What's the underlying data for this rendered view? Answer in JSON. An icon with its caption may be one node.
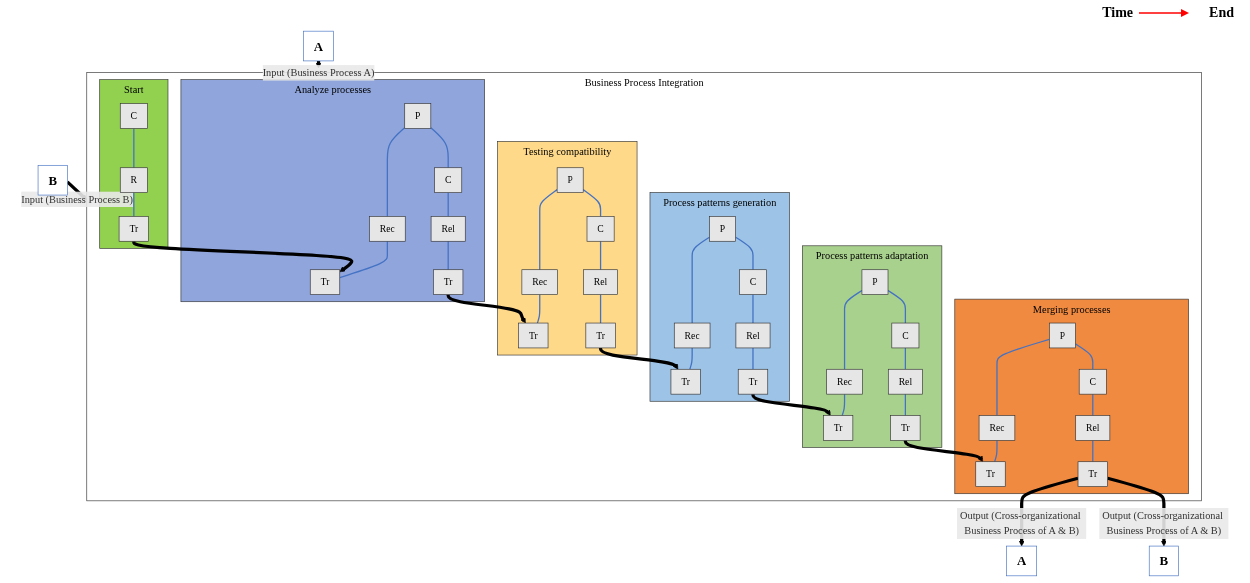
{
  "diagram": {
    "nodes": [
      {
        "text": [
          "A"
        ]
      },
      {
        "text": [
          "B"
        ]
      },
      {
        "text": [
          "Business Process Integration"
        ]
      },
      {
        "text": [
          "Analyze processes"
        ],
        "in": 2
      },
      {
        "text": [
          "P"
        ],
        "in": 3
      },
      {
        "text": [
          "C"
        ],
        "in": 3
      },
      {
        "text": [
          "Rel"
        ],
        "in": 3
      },
      {
        "text": [
          "Tr"
        ],
        "in": 3
      },
      {
        "text": [
          "Rec"
        ],
        "in": 3
      },
      {
        "text": [
          "Tr"
        ],
        "in": 3
      },
      {
        "text": [
          "Testing compatibility"
        ],
        "in": 2
      },
      {
        "text": [
          "P"
        ],
        "in": 10
      },
      {
        "text": [
          "C"
        ],
        "in": 10
      },
      {
        "text": [
          "Rel"
        ],
        "in": 10
      },
      {
        "text": [
          "Tr"
        ],
        "in": 10
      },
      {
        "text": [
          "Rec"
        ],
        "in": 10
      },
      {
        "text": [
          "Tr"
        ],
        "in": 10
      },
      {
        "text": [
          "Process patterns generation"
        ],
        "in": 2
      },
      {
        "text": [
          "P"
        ],
        "in": 17
      },
      {
        "text": [
          "C"
        ],
        "in": 17
      },
      {
        "text": [
          "Rel"
        ],
        "in": 17
      },
      {
        "text": [
          "Tr"
        ],
        "in": 17
      },
      {
        "text": [
          "Rec"
        ],
        "in": 17
      },
      {
        "text": [
          "Tr"
        ],
        "in": 17
      },
      {
        "text": [
          "Process patterns adaptation"
        ],
        "in": 2
      },
      {
        "text": [
          "P"
        ],
        "in": 24
      },
      {
        "text": [
          "C"
        ],
        "in": 24
      },
      {
        "text": [
          "Rel"
        ],
        "in": 24
      },
      {
        "text": [
          "Tr"
        ],
        "in": 24
      },
      {
        "text": [
          "Rec"
        ],
        "in": 24
      },
      {
        "text": [
          "Tr"
        ],
        "in": 24
      },
      {
        "text": [
          "Start"
        ],
        "in": 2
      },
      {
        "text": [
          "C"
        ],
        "in": 31
      },
      {
        "text": [
          "R"
        ],
        "in": 31
      },
      {
        "text": [
          "Tr"
        ],
        "in": 31
      },
      {
        "text": [
          "Merging processes"
        ],
        "in": 2
      },
      {
        "text": [
          "P"
        ],
        "in": 35
      },
      {
        "text": [
          "C"
        ],
        "in": 35
      },
      {
        "text": [
          "Rel"
        ],
        "in": 35
      },
      {
        "text": [
          "Tr"
        ],
        "in": 35
      },
      {
        "text": [
          "Rec"
        ],
        "in": 35
      },
      {
        "text": [
          "Tr"
        ],
        "in": 35
      },
      {
        "text": [
          "A"
        ]
      },
      {
        "text": [
          "B"
        ]
      }
    ],
    "edges": [
      {
        "from": 0,
        "to": 2,
        "arrow": "to",
        "label": "Input (Business Process A)",
        "style": "thick",
        "color": "#000000"
      },
      {
        "from": 1,
        "to": 2,
        "arrow": "to",
        "label": "Input (Business Process B)",
        "style": "thick",
        "color": "#000000"
      },
      {
        "from": 4,
        "to": 5,
        "arrow": "none",
        "color": "#4472c4"
      },
      {
        "from": 5,
        "to": 6,
        "arrow": "none",
        "color": "#4472c4"
      },
      {
        "from": 6,
        "to": 7,
        "arrow": "none",
        "color": "#4472c4"
      },
      {
        "from": 4,
        "to": 8,
        "arrow": "none",
        "color": "#4472c4"
      },
      {
        "from": 8,
        "to": 9,
        "arrow": "none",
        "color": "#4472c4"
      },
      {
        "from": 11,
        "to": 12,
        "arrow": "none",
        "color": "#4472c4"
      },
      {
        "from": 12,
        "to": 13,
        "arrow": "none",
        "color": "#4472c4"
      },
      {
        "from": 13,
        "to": 14,
        "arrow": "none",
        "color": "#4472c4"
      },
      {
        "from": 11,
        "to": 15,
        "arrow": "none",
        "color": "#4472c4"
      },
      {
        "from": 15,
        "to": 16,
        "arrow": "none",
        "color": "#4472c4"
      },
      {
        "from": 18,
        "to": 19,
        "arrow": "none",
        "color": "#4472c4"
      },
      {
        "from": 19,
        "to": 20,
        "arrow": "none",
        "color": "#4472c4"
      },
      {
        "from": 20,
        "to": 21,
        "arrow": "none",
        "color": "#4472c4"
      },
      {
        "from": 18,
        "to": 22,
        "arrow": "none",
        "color": "#4472c4"
      },
      {
        "from": 22,
        "to": 23,
        "arrow": "none",
        "color": "#4472c4"
      },
      {
        "from": 25,
        "to": 26,
        "arrow": "none",
        "color": "#4472c4"
      },
      {
        "from": 26,
        "to": 27,
        "arrow": "none",
        "color": "#4472c4"
      },
      {
        "from": 27,
        "to": 28,
        "arrow": "none",
        "color": "#4472c4"
      },
      {
        "from": 25,
        "to": 29,
        "arrow": "none",
        "color": "#4472c4"
      },
      {
        "from": 29,
        "to": 30,
        "arrow": "none",
        "color": "#4472c4"
      },
      {
        "from": 32,
        "to": 33,
        "arrow": "none",
        "color": "#4472c4"
      },
      {
        "from": 33,
        "to": 34,
        "arrow": "none",
        "color": "#4472c4"
      },
      {
        "from": 36,
        "to": 37,
        "arrow": "none",
        "color": "#4472c4"
      },
      {
        "from": 37,
        "to": 38,
        "arrow": "none",
        "color": "#4472c4"
      },
      {
        "from": 38,
        "to": 39,
        "arrow": "none",
        "color": "#4472c4"
      },
      {
        "from": 36,
        "to": 40,
        "arrow": "none",
        "color": "#4472c4"
      },
      {
        "from": 40,
        "to": 41,
        "arrow": "none",
        "color": "#4472c4"
      },
      {
        "from": 34,
        "to": 9,
        "arrow": "to",
        "style": "thick",
        "color": "#000000"
      },
      {
        "from": 7,
        "to": 16,
        "arrow": "to",
        "style": "thick",
        "color": "#000000"
      },
      {
        "from": 14,
        "to": 23,
        "arrow": "to",
        "style": "thick",
        "color": "#000000"
      },
      {
        "from": 21,
        "to": 30,
        "arrow": "to",
        "style": "thick",
        "color": "#000000"
      },
      {
        "from": 28,
        "to": 41,
        "arrow": "to",
        "style": "thick",
        "color": "#000000"
      },
      {
        "from": 39,
        "to": 42,
        "arrow": "to",
        "label": "Output (Cross-organizational Business Process of A & B)",
        "style": "thick",
        "color": "#000000"
      },
      {
        "from": 39,
        "to": 43,
        "arrow": "to",
        "label": "Output (Cross-organizational Business Process of A & B)",
        "style": "thick",
        "color": "#000000"
      }
    ],
    "labels": [
      "Time",
      "End"
    ]
  }
}
